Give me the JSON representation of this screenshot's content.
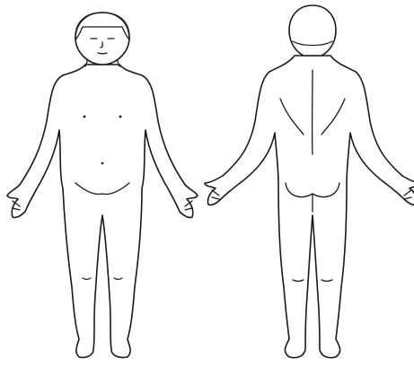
{
  "diagram": {
    "type": "body-outline",
    "views": [
      {
        "id": "front",
        "label": ""
      },
      {
        "id": "back",
        "label": ""
      }
    ],
    "colors": {
      "stroke": "#1a1a1a",
      "fill": "#ffffff",
      "background": "#ffffff"
    }
  }
}
